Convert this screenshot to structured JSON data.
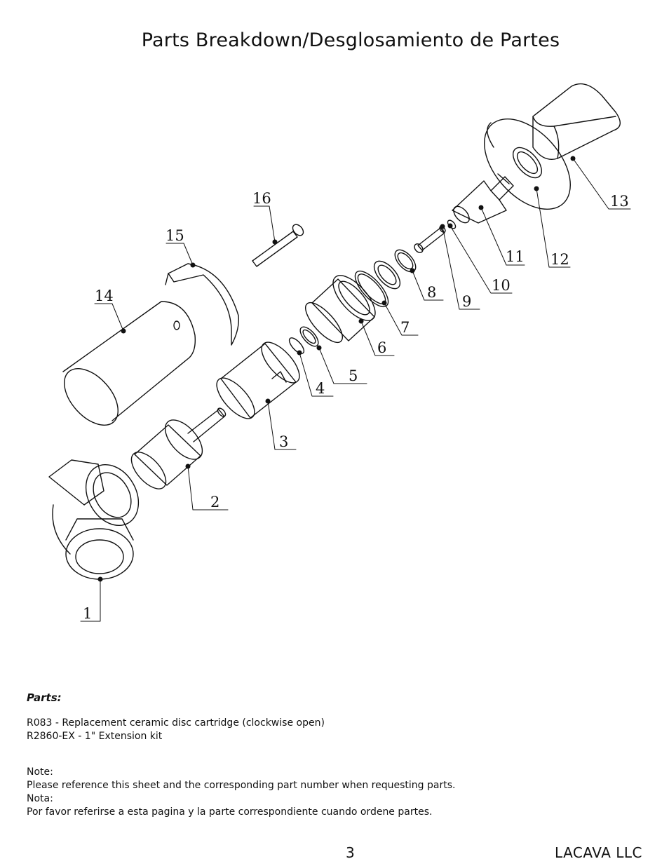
{
  "title": "Parts Breakdown/Desglosamiento de Partes",
  "callouts": [
    "1",
    "2",
    "3",
    "4",
    "5",
    "6",
    "7",
    "8",
    "9",
    "10",
    "11",
    "12",
    "13",
    "14",
    "15",
    "16"
  ],
  "parts": {
    "heading": "Parts:",
    "items": [
      "R083 - Replacement ceramic disc cartridge (clockwise open)",
      "R2860-EX - 1\" Extension kit"
    ]
  },
  "notes": [
    "Note:",
    "Please reference this sheet and the corresponding part number when requesting parts.",
    "Nota:",
    "Por favor referirse a esta pagina y la parte correspondiente cuando ordene partes."
  ],
  "footer": {
    "page": "3",
    "company": "LACAVA LLC"
  }
}
